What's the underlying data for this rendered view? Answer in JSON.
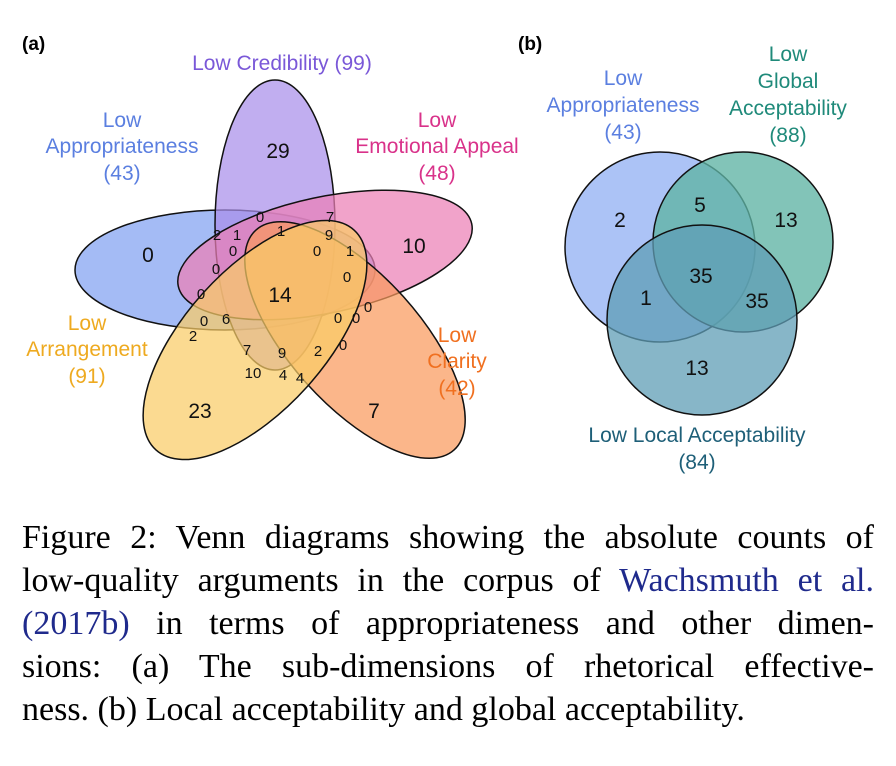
{
  "panel_a": {
    "letter": "(a)",
    "sets": [
      {
        "name": "Low Appropriateness",
        "lines": [
          "Low",
          "Appropriateness",
          "(43)"
        ],
        "color": "#5b7fe0",
        "fill": "#8aa8f2"
      },
      {
        "name": "Low Credibility",
        "lines": [
          "Low Credibility (99)"
        ],
        "color": "#7a58d8",
        "fill": "#a98fea"
      },
      {
        "name": "Low Emotional Appeal",
        "lines": [
          "Low",
          "Emotional Appeal",
          "(48)"
        ],
        "color": "#d9328a",
        "fill": "#eb7fb5"
      },
      {
        "name": "Low Clarity",
        "lines": [
          "Low",
          "Clarity",
          "(42)"
        ],
        "color": "#f07020",
        "fill": "#f99a5d"
      },
      {
        "name": "Low Arrangement",
        "lines": [
          "Low",
          "Arrangement",
          "(91)"
        ],
        "color": "#eeaa20",
        "fill": "#f9cc66"
      }
    ],
    "counts_big": [
      "0",
      "29",
      "10",
      "7",
      "23",
      "14"
    ],
    "counts_small": [
      "2",
      "1",
      "0",
      "1",
      "7",
      "9",
      "0",
      "1",
      "0",
      "0",
      "0",
      "0",
      "0",
      "6",
      "0",
      "0",
      "2",
      "7",
      "9",
      "2",
      "0",
      "10",
      "4",
      "4",
      "0"
    ]
  },
  "panel_b": {
    "letter": "(b)",
    "sets": [
      {
        "name": "Low Appropriateness",
        "lines": [
          "Low",
          "Appropriateness",
          "(43)"
        ],
        "color": "#5b7fe0",
        "fill": "#9db8f5"
      },
      {
        "name": "Low Global Acceptability",
        "lines": [
          "Low",
          "Global",
          "Acceptability",
          "(88)"
        ],
        "color": "#1f8a7a",
        "fill": "#5fb3a4"
      },
      {
        "name": "Low Local Acceptability",
        "lines": [
          "Low Local Acceptability",
          "(84)"
        ],
        "color": "#1e5f78",
        "fill": "#5f9db5"
      }
    ],
    "counts": [
      "2",
      "5",
      "13",
      "35",
      "1",
      "35",
      "13"
    ]
  },
  "caption": {
    "line1": "Figure 2: Venn diagrams showing the absolute counts of",
    "line2_pre": "low-quality arguments in the corpus of ",
    "line2_cite": "Wachsmuth et al.",
    "line3_cite": "(2017b)",
    "line3_post": " in terms of appropriateness and other dimen-",
    "line4": "sions: (a) The sub-dimensions of rhetorical effective-",
    "line5": "ness. (b) Local acceptability and global acceptability."
  }
}
